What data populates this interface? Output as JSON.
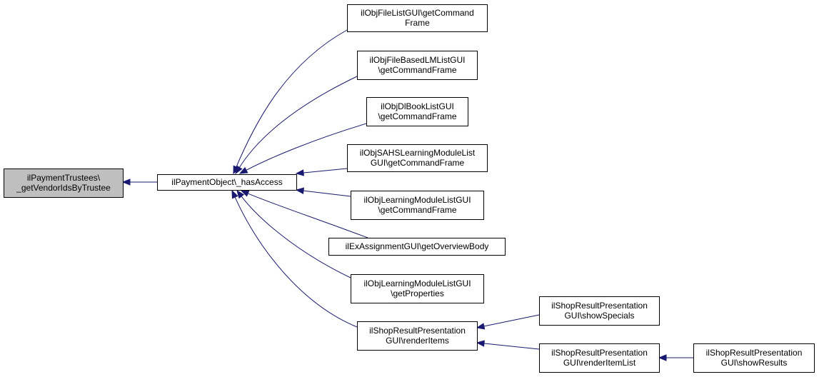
{
  "graph": {
    "colors": {
      "edge": "#191970",
      "root_fill": "#bfbfbf",
      "node_fill": "#ffffff",
      "border": "#000000"
    },
    "nodes": [
      {
        "id": "root",
        "lines": [
          "ilPaymentTrustees\\",
          "_getVendorIdsByTrustee"
        ]
      },
      {
        "id": "has_access",
        "lines": [
          "ilPaymentObject\\_hasAccess"
        ]
      },
      {
        "id": "file_list",
        "lines": [
          "ilObjFileListGUI\\getCommand",
          "Frame"
        ]
      },
      {
        "id": "file_based_lm",
        "lines": [
          "ilObjFileBasedLMListGUI",
          "\\getCommandFrame"
        ]
      },
      {
        "id": "dlbook",
        "lines": [
          "ilObjDlBookListGUI",
          "\\getCommandFrame"
        ]
      },
      {
        "id": "sahs",
        "lines": [
          "ilObjSAHSLearningModuleList",
          "GUI\\getCommandFrame"
        ]
      },
      {
        "id": "lm_cmd",
        "lines": [
          "ilObjLearningModuleListGUI",
          "\\getCommandFrame"
        ]
      },
      {
        "id": "ex_assign",
        "lines": [
          "ilExAssignmentGUI\\getOverviewBody"
        ]
      },
      {
        "id": "lm_props",
        "lines": [
          "ilObjLearningModuleListGUI",
          "\\getProperties"
        ]
      },
      {
        "id": "render_items",
        "lines": [
          "ilShopResultPresentation",
          "GUI\\renderItems"
        ]
      },
      {
        "id": "show_specials",
        "lines": [
          "ilShopResultPresentation",
          "GUI\\showSpecials"
        ]
      },
      {
        "id": "render_item_list",
        "lines": [
          "ilShopResultPresentation",
          "GUI\\renderItemList"
        ]
      },
      {
        "id": "show_results",
        "lines": [
          "ilShopResultPresentation",
          "GUI\\showResults"
        ]
      }
    ]
  }
}
